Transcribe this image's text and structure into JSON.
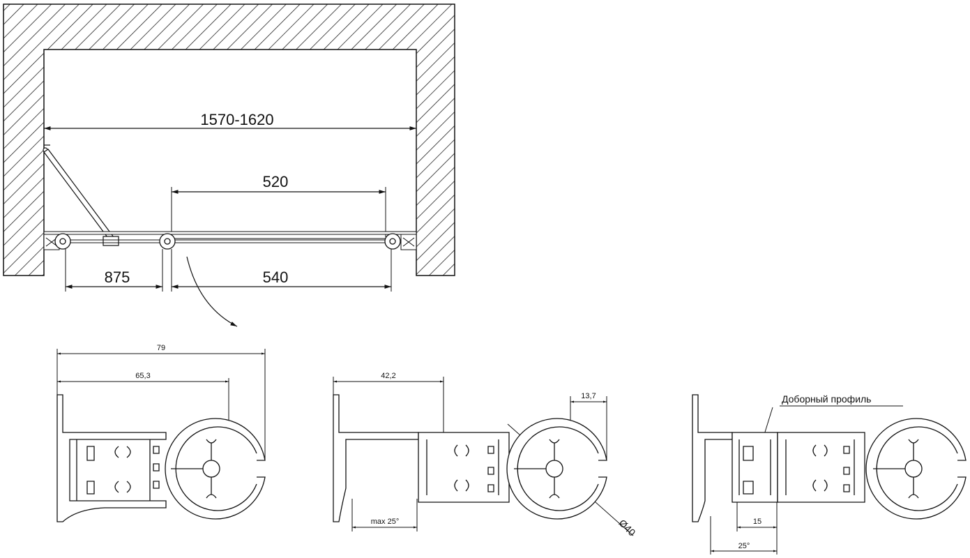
{
  "plan": {
    "dim_total": "1570-1620",
    "dim_door_width": "520",
    "dim_fixed_panel": "875",
    "dim_door_travel": "540"
  },
  "details": {
    "left": {
      "dim_overall": "79",
      "dim_inner": "65,3"
    },
    "middle": {
      "dim_width": "42,2",
      "dim_offset": "13,7",
      "dim_angle": "max 25°",
      "dim_diameter": "Ø40"
    },
    "right": {
      "callout": "Доборный профиль",
      "dim_inner": "15",
      "dim_angle": "25°"
    }
  }
}
